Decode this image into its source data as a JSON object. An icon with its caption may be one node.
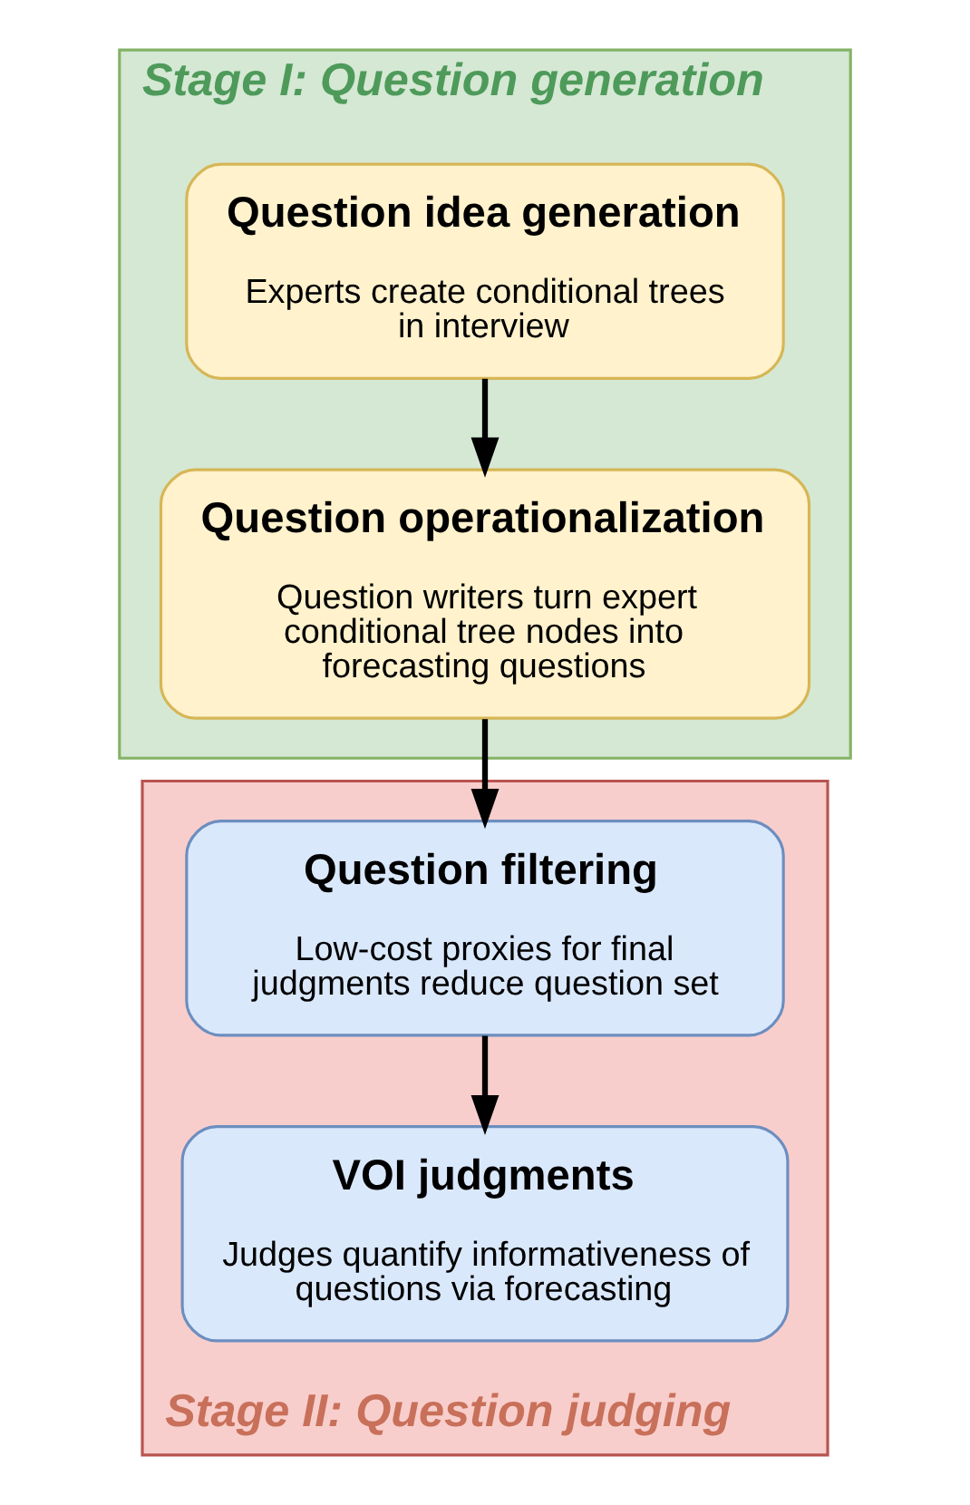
{
  "diagram": {
    "nodes": [
      {
        "text": [
          "Stage I: Question generation"
        ]
      },
      {
        "text": [
          "Question idea generation",
          "Experts create conditional trees in interview"
        ],
        "in": 0
      },
      {
        "text": [
          "Question operationalization",
          "Question writers turn expert conditional tree nodes into forecasting questions"
        ],
        "in": 0
      },
      {
        "text": [
          "Stage II: Question judging"
        ]
      },
      {
        "text": [
          "Question filtering",
          "Low-cost proxies for final judgments reduce question set"
        ],
        "in": 3
      },
      {
        "text": [
          "VOI judgments",
          "Judges quantify informativeness of questions via forecasting"
        ],
        "in": 3
      }
    ],
    "edges": [
      {
        "from": 1,
        "to": 2,
        "arrow": "to"
      },
      {
        "from": 2,
        "to": 4,
        "arrow": "to"
      },
      {
        "from": 4,
        "to": 5,
        "arrow": "to"
      }
    ]
  }
}
